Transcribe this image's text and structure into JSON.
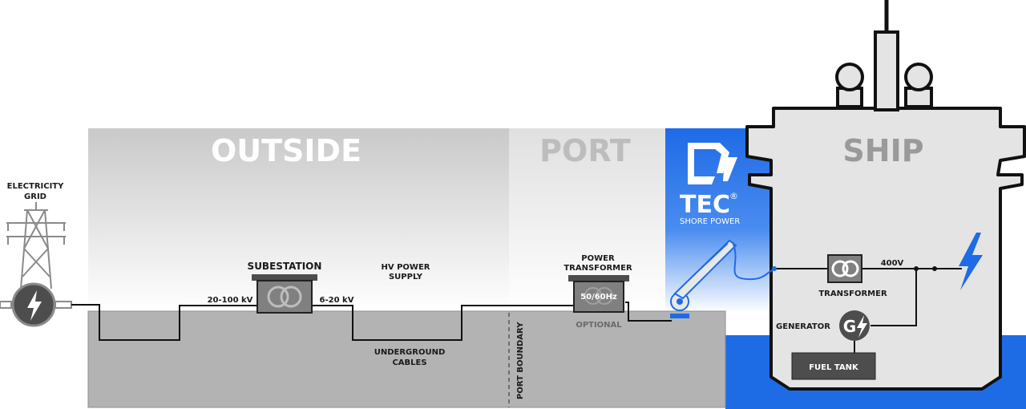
{
  "zones": {
    "outside": "OUTSIDE",
    "port": "PORT",
    "ship": "SHIP"
  },
  "brand": {
    "name": "TEC",
    "registered": "®",
    "tagline": "SHORE POWER"
  },
  "labels": {
    "electricity_grid_line1": "ELECTRICITY",
    "electricity_grid_line2": "GRID",
    "substation": "SUBESTATION",
    "voltage_in": "20-100 kV",
    "voltage_out": "6-20 kV",
    "hv_supply_line1": "HV POWER",
    "hv_supply_line2": "SUPPLY",
    "underground_line1": "UNDERGROUND",
    "underground_line2": "CABLES",
    "port_boundary": "PORT BOUNDARY",
    "power_transformer_line1": "POWER",
    "power_transformer_line2": "TRANSFORMER",
    "frequency": "50/60Hz",
    "optional": "OPTIONAL",
    "ship_transformer": "TRANSFORMER",
    "ship_voltage": "400V",
    "generator": "GENERATOR",
    "generator_symbol": "G",
    "fuel_tank": "FUEL TANK"
  },
  "colors": {
    "blue_accent": "#1e6be6",
    "ground": "#b5b5b5",
    "outside_band": "#c8c8c8",
    "port_band": "#e2e2e2",
    "ship_hull": "#e4e4e4",
    "dark_box": "#4d4d4d"
  },
  "icons": [
    "transmission-tower-icon",
    "lightning-bolt-icon",
    "transformer-coil-icon",
    "generator-icon",
    "tec-logo-icon",
    "shore-crane-icon"
  ]
}
